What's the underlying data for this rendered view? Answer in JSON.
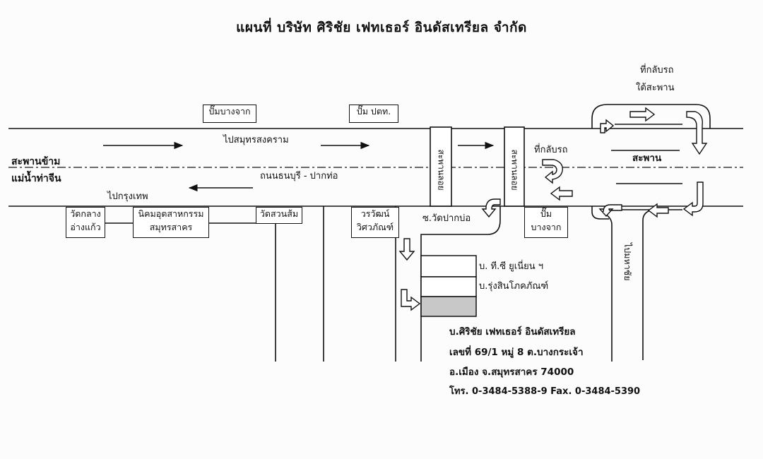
{
  "title": "แผนที่ บริษัท ศิริชัย เฟทเธอร์ อินดัสเทรียล จำกัด",
  "roads": {
    "main_top_direction": "ไปสมุทรสงคราม",
    "main_center": "ถนนธนบุรี - ปากท่อ",
    "main_bottom_direction": "ไปกรุงเทพ",
    "bridge_left_line1": "สะพานข้าม",
    "bridge_left_line2": "แม่น้ำท่าจีน",
    "overpass_1": "สะพานลอย",
    "overpass_2": "สะพานลอย",
    "u_turn": "ที่กลับรถ",
    "u_turn_under_bridge_line1": "ที่กลับรถ",
    "u_turn_under_bridge_line2": "ใต้สะพาน",
    "bridge_right": "สะพาน",
    "soi": "ซ.วัดปากบ่อ",
    "to_mahachai": "ไปมหาชัย"
  },
  "landmarks": {
    "pump_bangjak_top": "ปั๊มบางจาก",
    "pump_ptt": "ปั๊ม ปตท.",
    "wat_klang_line1": "วัดกลาง",
    "wat_klang_line2": "อ่างแก้ว",
    "industrial_line1": "นิคมอุตสาหกรรม",
    "industrial_line2": "สมุทรสาคร",
    "wat_suan_som": "วัดสวนส้ม",
    "woravan_line1": "วรวัฒน์",
    "woravan_line2": "วิศวภัณฑ์",
    "pump_bangjak_bottom_line1": "ปั๊ม",
    "pump_bangjak_bottom_line2": "บางจาก",
    "building_1": "บ. ที.ซี ยูเนี่ยน ฯ",
    "building_2": "บ.รุ่งสินโภคภัณฑ์"
  },
  "company": {
    "name": "บ.ศิริชัย เฟทเธอร์ อินดัสเทรียล",
    "address_1": "เลขที่ 69/1 หมู่ 8 ต.บางกระเจ้า",
    "address_2": "อ.เมือง จ.สมุทรสาคร 74000",
    "contact": "โทร. 0-3484-5388-9 Fax. 0-3484-5390"
  },
  "colors": {
    "line": "#111111",
    "company_fill": "#c8c8c8",
    "background": "#fcfcfc"
  }
}
